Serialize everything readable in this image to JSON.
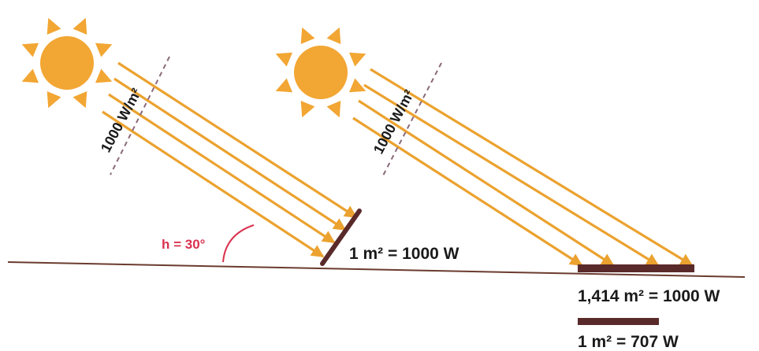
{
  "colors": {
    "sun": "#f2a633",
    "ray": "#eba22f",
    "panel": "#5a2a2a",
    "ground": "#6b3b2f",
    "angle": "#d9314f",
    "dash": "#8a6a7a",
    "text": "#1a1a1a"
  },
  "left_scene": {
    "irradiance_label": "1000 W/m²",
    "angle_label": "h = 30°",
    "panel_label": "1 m² = 1000 W"
  },
  "right_scene": {
    "irradiance_label": "1000 W/m²",
    "ground_area_label": "1,414 m² = 1000 W",
    "unit_area_label": "1 m² = 707 W"
  },
  "icons": [
    "sun-icon",
    "sun-icon"
  ]
}
